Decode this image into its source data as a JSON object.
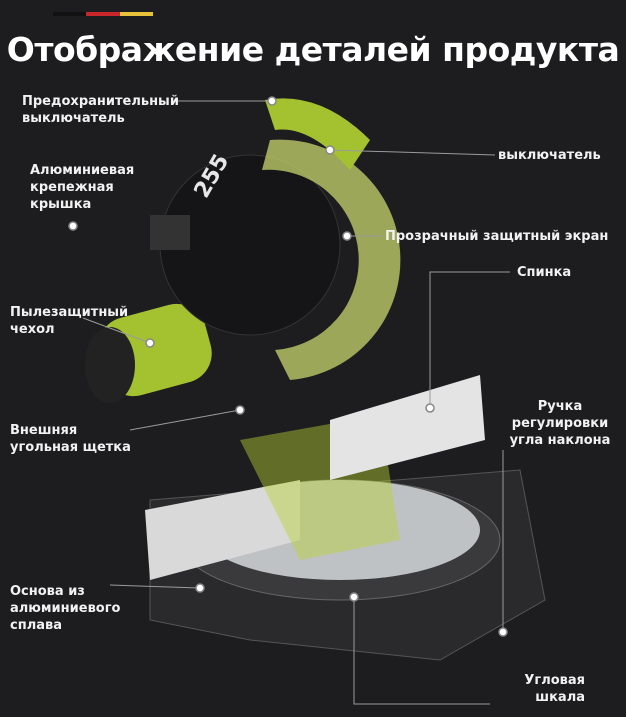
{
  "title": "Отображение деталей продукта",
  "flag_colors": [
    "#111111",
    "#c8262a",
    "#e6c33a"
  ],
  "accent_color": "#b7d332",
  "product": {
    "blade_marking": "255"
  },
  "labels": {
    "safety_switch": [
      "Предохранительный",
      "выключатель"
    ],
    "switch": [
      "выключатель"
    ],
    "aluminum_cover": [
      "Алюминиевая",
      "крепежная",
      "крышка"
    ],
    "transparent_guard": [
      "Прозрачный защитный экран"
    ],
    "fence": [
      "Спинка"
    ],
    "dust_cover": [
      "Пылезащитный",
      "чехол"
    ],
    "bevel_handle": [
      "Ручка",
      "регулировки",
      "угла наклона"
    ],
    "carbon_brush": [
      "Внешняя",
      "угольная щетка"
    ],
    "aluminum_base": [
      "Основа из",
      "алюминиевого",
      "сплава"
    ],
    "angle_scale": [
      "Угловая",
      "шкала"
    ]
  }
}
